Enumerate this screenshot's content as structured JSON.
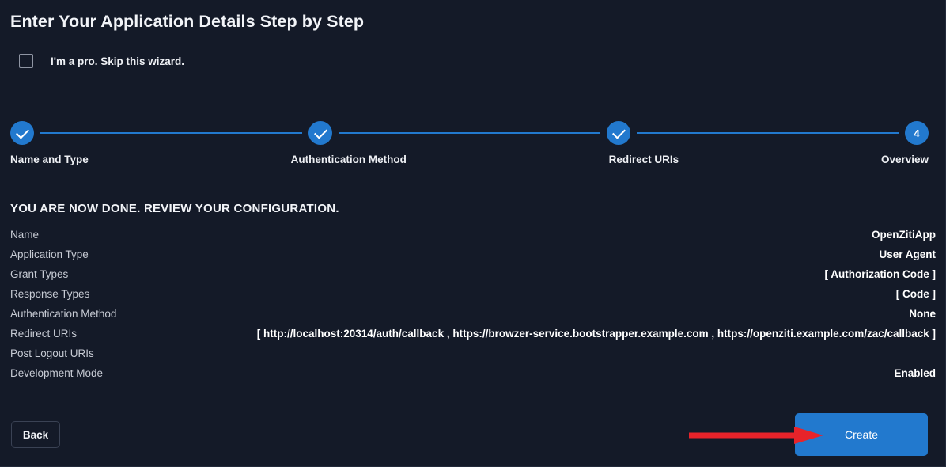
{
  "page": {
    "title": "Enter Your Application Details Step by Step",
    "background_color": "#141a28",
    "accent_color": "#2279ce",
    "annotation_color": "#e8232a"
  },
  "skip_wizard": {
    "label": "I'm a pro. Skip this wizard.",
    "checked": false
  },
  "stepper": {
    "current_step": 4,
    "steps": [
      {
        "label": "Name and Type",
        "number": "1",
        "state": "complete",
        "glyph": "check-icon"
      },
      {
        "label": "Authentication Method",
        "number": "2",
        "state": "complete",
        "glyph": "check-icon"
      },
      {
        "label": "Redirect URIs",
        "number": "3",
        "state": "complete",
        "glyph": "check-icon"
      },
      {
        "label": "Overview",
        "number": "4",
        "state": "active",
        "glyph": "number"
      }
    ]
  },
  "section": {
    "heading": "YOU ARE NOW DONE. REVIEW YOUR CONFIGURATION."
  },
  "summary": {
    "rows": [
      {
        "key": "Name",
        "value": "OpenZitiApp"
      },
      {
        "key": "Application Type",
        "value": "User Agent"
      },
      {
        "key": "Grant Types",
        "value": "[ Authorization Code ]"
      },
      {
        "key": "Response Types",
        "value": "[ Code ]"
      },
      {
        "key": "Authentication Method",
        "value": "None"
      },
      {
        "key": "Redirect URIs",
        "value": "[ http://localhost:20314/auth/callback , https://browzer-service.bootstrapper.example.com , https://openziti.example.com/zac/callback ]"
      },
      {
        "key": "Post Logout URIs",
        "value": ""
      },
      {
        "key": "Development Mode",
        "value": "Enabled"
      }
    ]
  },
  "footer": {
    "back_label": "Back",
    "create_label": "Create"
  },
  "annotation": {
    "name": "red-arrow-pointing-to-create-button"
  }
}
